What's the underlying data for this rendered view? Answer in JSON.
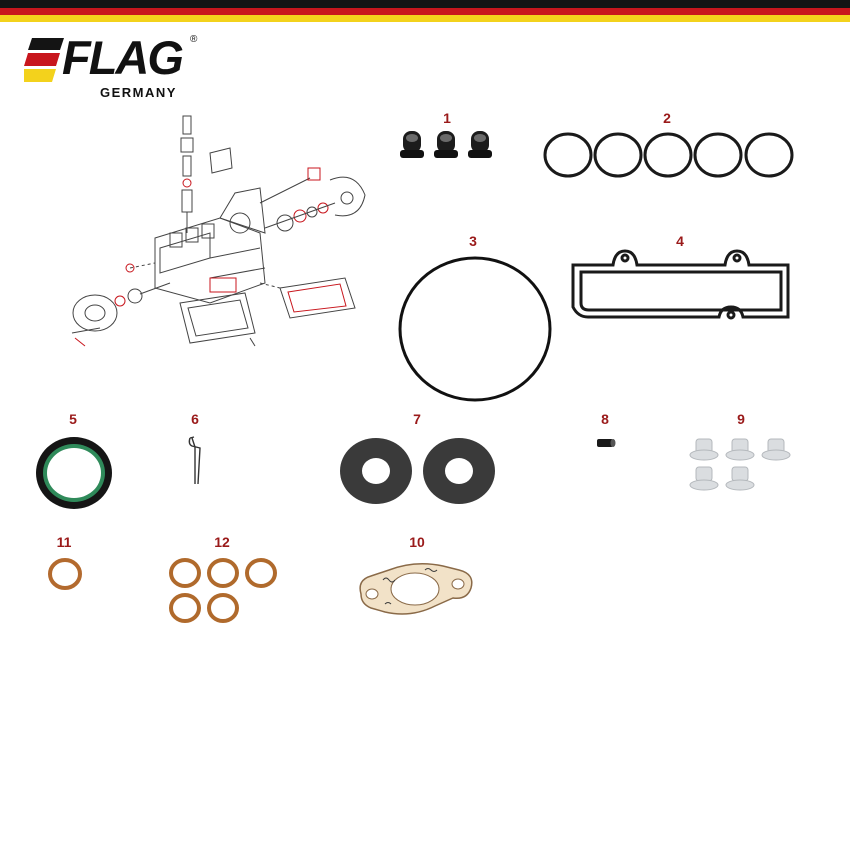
{
  "brand": {
    "name": "FLAG",
    "registered": "®",
    "country": "GERMANY",
    "colors": {
      "black": "#141414",
      "red": "#c8161d",
      "gold": "#f3d21c"
    }
  },
  "parts": {
    "p1": "1",
    "p2": "2",
    "p3": "3",
    "p4": "4",
    "p5": "5",
    "p6": "6",
    "p7": "7",
    "p8": "8",
    "p9": "9",
    "p10": "10",
    "p11": "11",
    "p12": "12"
  },
  "icons": {
    "diagram": "injection-pump-exploded-diagram",
    "p1": "valve-seal-caps",
    "p2": "o-rings",
    "p3": "large-o-ring",
    "p4": "cover-gasket",
    "p5": "shaft-seal",
    "p6": "spring-clip",
    "p7": "rubber-washers",
    "p8": "roll-pin",
    "p9": "plastic-bushings",
    "p10": "paper-gasket",
    "p11": "copper-washer",
    "p12": "copper-washers"
  }
}
